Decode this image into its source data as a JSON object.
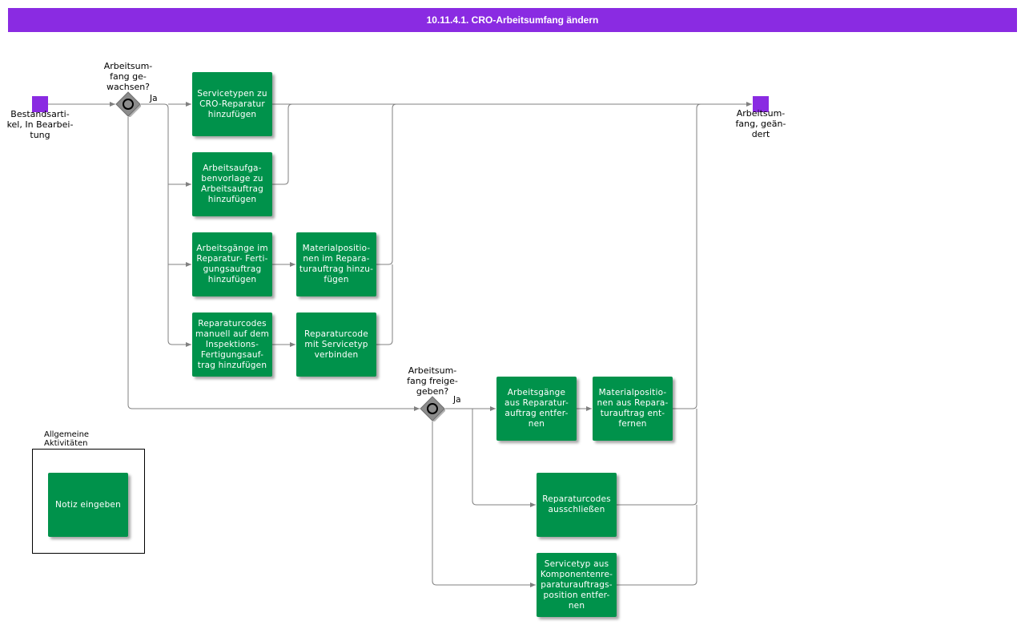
{
  "header": {
    "title": "10.11.4.1. CRO-Arbeitsumfang ändern"
  },
  "events": {
    "start_label": "Bestandsarti-\nkel, In Bearbei-\ntung",
    "end_label": "Arbeitsum-\nfang, geän-\ndert"
  },
  "gateways": {
    "g1_question": "Arbeitsum-\nfang ge-\nwachsen?",
    "g1_yes": "Ja",
    "g2_question": "Arbeitsum-\nfang freige-\ngeben?",
    "g2_yes": "Ja"
  },
  "tasks": {
    "t1": "Servicetypen zu\nCRO-Reparatur\nhinzufügen",
    "t2": "Arbeitsaufga-\nbenvorlage  zu\nArbeitsauftrag\nhinzufügen",
    "t3": "Arbeitsgänge im\nReparatur- Ferti-\ngungsauftrag\nhinzufügen",
    "t4": "Materialpositio-\nnen im Repara-\nturauftrag hinzu-\nfügen",
    "t5": "Reparaturcodes\nmanuell auf dem\nInspektions-\nFertigungsauf-\ntrag  hinzufügen",
    "t6": "Reparaturcode\nmit Servicetyp\nverbinden",
    "t7": "Arbeitsgänge\naus Reparatur-\nauftrag entfer-\nnen",
    "t8": "Materialpositio-\nnen aus Repara-\nturauftrag ent-\nfernen",
    "t9": "Reparaturcodes\nausschließen",
    "t10": "Servicetyp aus\nKomponentenre-\nparaturauftrags-\nposition  entfer-\nnen",
    "t11": "Notiz eingeben"
  },
  "general": {
    "title": "Allgemeine\nAktivitäten"
  },
  "colors": {
    "header": "#8a2be2",
    "event": "#8a2be2",
    "task": "#00924b",
    "connector": "#808080",
    "gateway": "#8c8c8c"
  }
}
